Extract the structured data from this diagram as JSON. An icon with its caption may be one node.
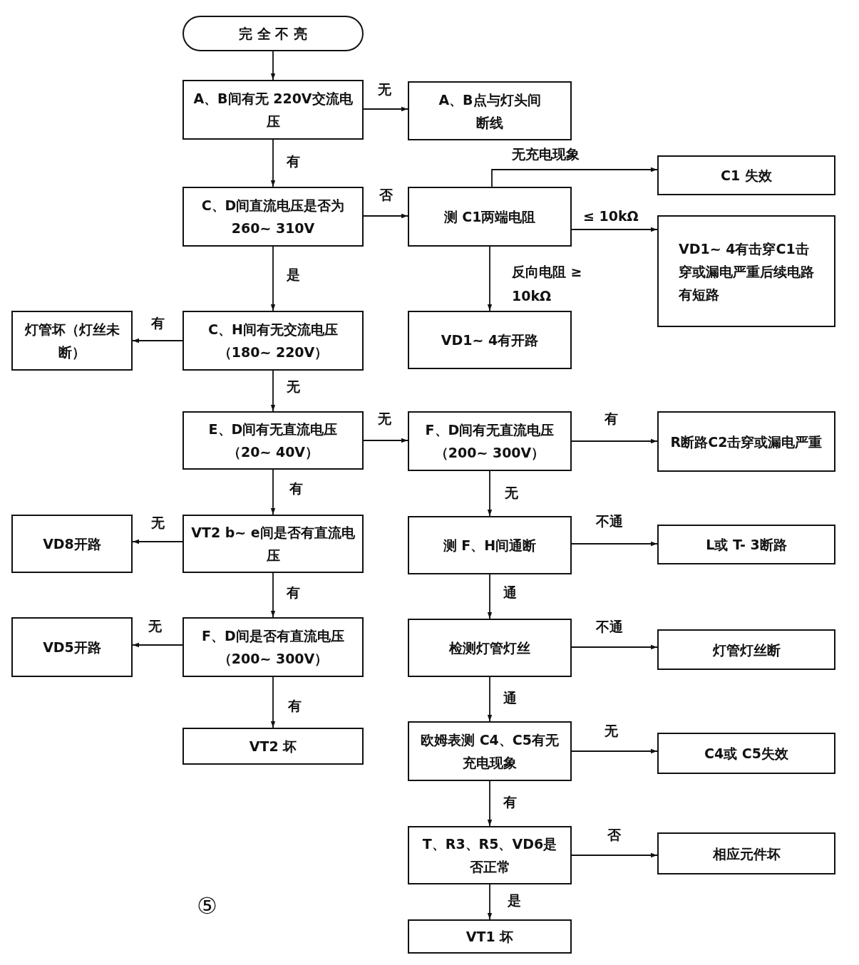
{
  "diagram": {
    "nodes": [
      {
        "text": [
          "完 全 不 亮"
        ]
      },
      {
        "text": [
          "A、B间有无 220V交流电压"
        ]
      },
      {
        "text": [
          "A、B点与灯头间断线"
        ]
      },
      {
        "text": [
          "C、D间直流电压是否为 260~ 310V"
        ]
      },
      {
        "text": [
          "测 C1两端电阻"
        ]
      },
      {
        "text": [
          "C1 失效"
        ]
      },
      {
        "text": [
          "VD1~ 4有击穿C1击穿或漏电严重后续电路有短路"
        ]
      },
      {
        "text": [
          "VD1~ 4有开路"
        ]
      },
      {
        "text": [
          "灯管坏（灯丝未断）"
        ]
      },
      {
        "text": [
          "C、H间有无交流电压（180~ 220V）"
        ]
      },
      {
        "text": [
          "E、D间有无直流电压（20~ 40V）"
        ]
      },
      {
        "text": [
          "F、D间有无直流电压（200~ 300V）"
        ]
      },
      {
        "text": [
          "R断路C2击穿或漏电严重"
        ]
      },
      {
        "text": [
          "VD8开路"
        ]
      },
      {
        "text": [
          "VT2 b~ e间是否有直流电压"
        ]
      },
      {
        "text": [
          "测 F、H间通断"
        ]
      },
      {
        "text": [
          "L或 T- 3断路"
        ]
      },
      {
        "text": [
          "VD5开路"
        ]
      },
      {
        "text": [
          "F、D间是否有直流电压（200~ 300V）"
        ]
      },
      {
        "text": [
          "检测灯管灯丝"
        ]
      },
      {
        "text": [
          "灯管灯丝断"
        ]
      },
      {
        "text": [
          "VT2 坏"
        ]
      },
      {
        "text": [
          "欧姆表测 C4、C5有无充电现象"
        ]
      },
      {
        "text": [
          "C4或 C5失效"
        ]
      },
      {
        "text": [
          "T、R3、R5、VD6是否正常"
        ]
      },
      {
        "text": [
          "相应元件坏"
        ]
      },
      {
        "text": [
          "VT1 坏"
        ]
      }
    ],
    "edges": [
      {
        "from": 0,
        "to": 1,
        "arrow": "to"
      },
      {
        "from": 1,
        "to": 2,
        "arrow": "to",
        "label": "无"
      },
      {
        "from": 1,
        "to": 3,
        "arrow": "to",
        "label": "有"
      },
      {
        "from": 3,
        "to": 4,
        "arrow": "to",
        "label": "否"
      },
      {
        "from": 4,
        "to": 5,
        "arrow": "to",
        "label": "无充电现象"
      },
      {
        "from": 4,
        "to": 6,
        "arrow": "to",
        "label": "≤ 10kΩ"
      },
      {
        "from": 4,
        "to": 7,
        "arrow": "to",
        "label": "反向电阻 ≥ 10kΩ"
      },
      {
        "from": 3,
        "to": 9,
        "arrow": "to",
        "label": "是"
      },
      {
        "from": 9,
        "to": 8,
        "arrow": "to",
        "label": "有"
      },
      {
        "from": 9,
        "to": 10,
        "arrow": "to",
        "label": "无"
      },
      {
        "from": 10,
        "to": 11,
        "arrow": "to",
        "label": "无"
      },
      {
        "from": 11,
        "to": 12,
        "arrow": "to",
        "label": "有"
      },
      {
        "from": 10,
        "to": 14,
        "arrow": "to",
        "label": "有"
      },
      {
        "from": 14,
        "to": 13,
        "arrow": "to",
        "label": "无"
      },
      {
        "from": 14,
        "to": 18,
        "arrow": "to",
        "label": "有"
      },
      {
        "from": 18,
        "to": 17,
        "arrow": "to",
        "label": "无"
      },
      {
        "from": 18,
        "to": 21,
        "arrow": "to",
        "label": "有"
      },
      {
        "from": 11,
        "to": 15,
        "arrow": "to",
        "label": "无"
      },
      {
        "from": 15,
        "to": 16,
        "arrow": "to",
        "label": "不通"
      },
      {
        "from": 15,
        "to": 19,
        "arrow": "to",
        "label": "通"
      },
      {
        "from": 19,
        "to": 20,
        "arrow": "to",
        "label": "不通"
      },
      {
        "from": 19,
        "to": 22,
        "arrow": "to",
        "label": "通"
      },
      {
        "from": 22,
        "to": 23,
        "arrow": "to",
        "label": "无"
      },
      {
        "from": 22,
        "to": 24,
        "arrow": "to",
        "label": "有"
      },
      {
        "from": 24,
        "to": 25,
        "arrow": "to",
        "label": "否"
      },
      {
        "from": 24,
        "to": 26,
        "arrow": "to",
        "label": "是"
      }
    ],
    "labels": [
      "⑤"
    ]
  }
}
